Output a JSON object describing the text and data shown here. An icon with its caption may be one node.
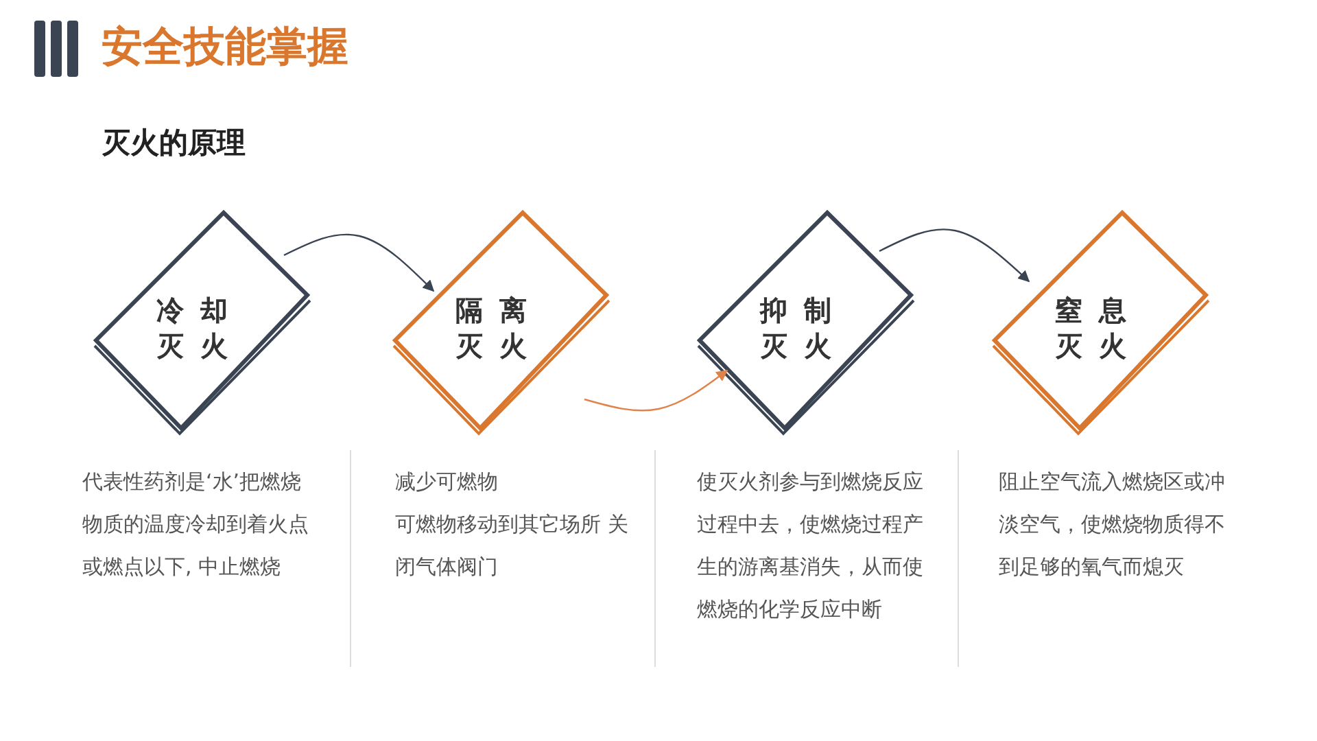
{
  "diagram": {
    "title": "安全技能掌握",
    "nodes": [
      {
        "text": [
          "冷却灭火"
        ],
        "beside": [
          "代表性药剂是‘水’把燃烧物质的温度冷却到着火点或燃点以下, 中止燃烧"
        ]
      },
      {
        "text": [
          "隔离灭火"
        ],
        "beside": [
          "减少可燃物",
          "可燃物移动到其它场所 关闭气体阀门"
        ]
      },
      {
        "text": [
          "抑制灭火"
        ],
        "beside": [
          "使灭火剂参与到燃烧反应过程中去，使燃烧过程产生的游离基消失，从而使燃烧的化学反应中断"
        ]
      },
      {
        "text": [
          "窒息灭火"
        ],
        "beside": [
          "阻止空气流入燃烧区或冲淡空气，使燃烧物质得不到足够的氧气而熄灭"
        ]
      }
    ],
    "edges": [
      {
        "from": 0,
        "to": 1,
        "arrow": "to"
      },
      {
        "from": 1,
        "to": 2,
        "arrow": "to",
        "color": "#e0834a"
      },
      {
        "from": 2,
        "to": 3,
        "arrow": "to"
      }
    ],
    "labels": [
      "灭火的原理"
    ]
  }
}
